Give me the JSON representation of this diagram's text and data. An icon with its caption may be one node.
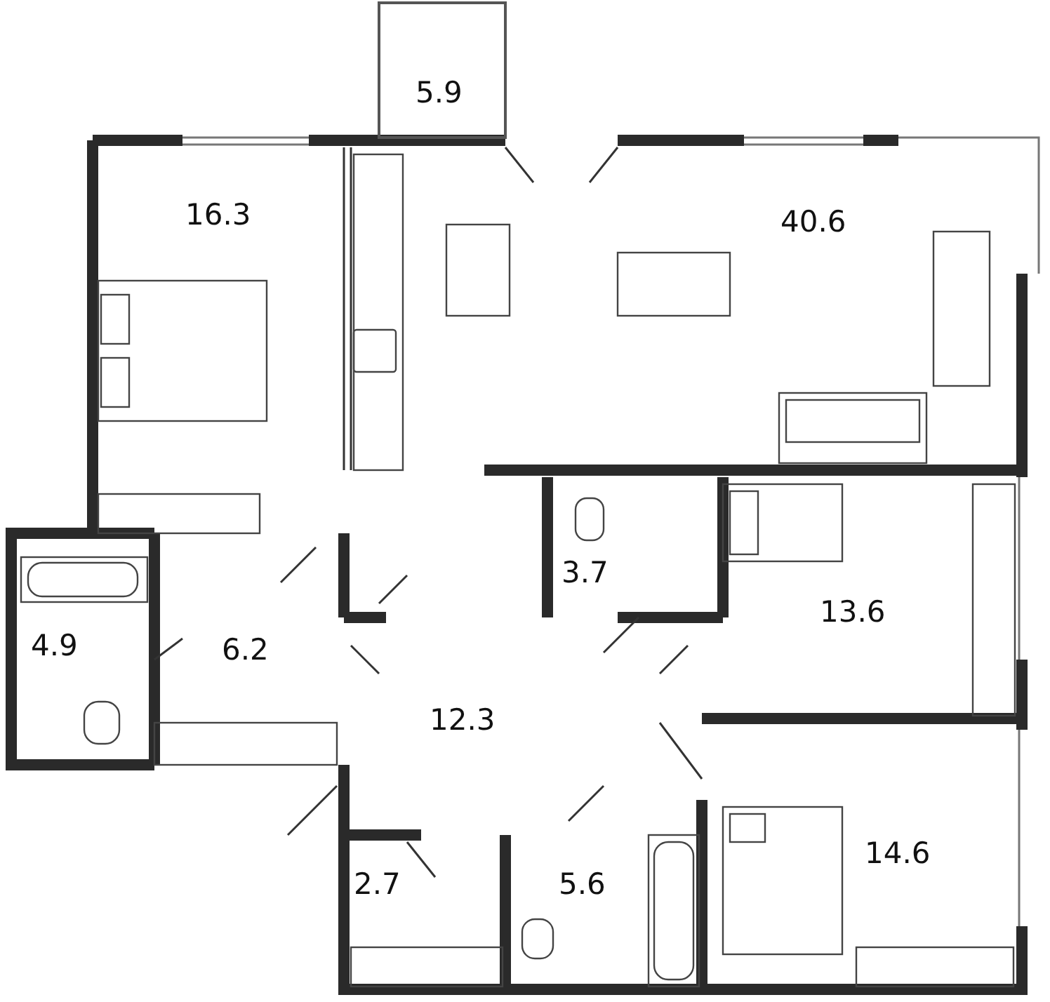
{
  "diagram": {
    "nodes": [
      {
        "text": [
          "5.9"
        ]
      },
      {
        "text": [
          "16.3"
        ]
      },
      {
        "text": [
          "40.6"
        ]
      },
      {
        "text": [
          "3.7"
        ]
      },
      {
        "text": [
          "13.6"
        ]
      },
      {
        "text": [
          "4.9"
        ]
      },
      {
        "text": [
          "6.2"
        ]
      },
      {
        "text": [
          "12.3"
        ]
      },
      {
        "text": [
          "14.6"
        ]
      },
      {
        "text": [
          "2.7"
        ]
      },
      {
        "text": [
          "5.6"
        ]
      }
    ]
  }
}
